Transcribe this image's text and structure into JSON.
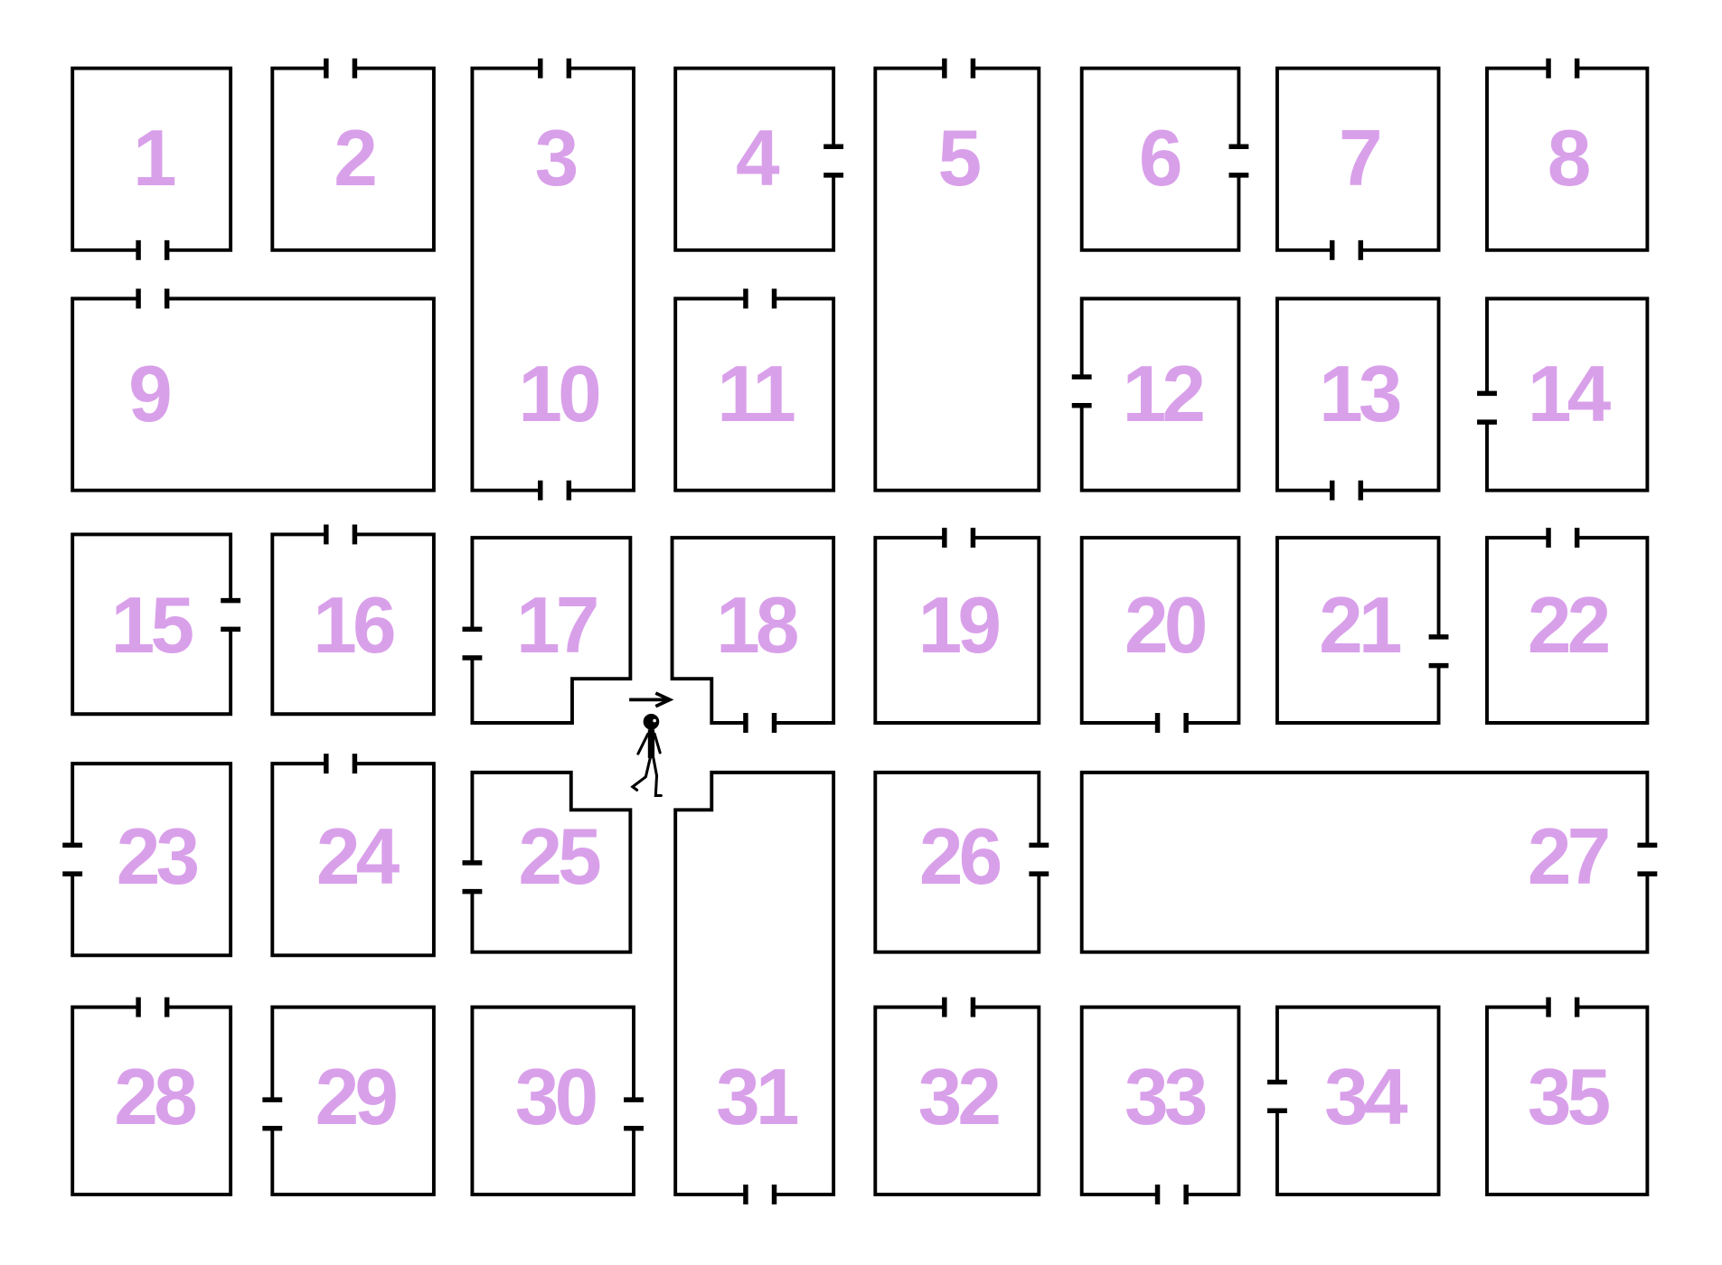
{
  "title": "",
  "colors": {
    "number": "#d9a0ea",
    "wall": "#000000",
    "background": "#ffffff"
  },
  "rooms": [
    {
      "label": "1",
      "door": "bottom"
    },
    {
      "label": "2",
      "door": "top"
    },
    {
      "label": "3",
      "door": "top"
    },
    {
      "label": "4",
      "door": "right"
    },
    {
      "label": "5",
      "door": "top"
    },
    {
      "label": "6",
      "door": "right"
    },
    {
      "label": "7",
      "door": "bottom"
    },
    {
      "label": "8",
      "door": "top"
    },
    {
      "label": "9",
      "door": "top"
    },
    {
      "label": "10",
      "door": "bottom"
    },
    {
      "label": "11",
      "door": "top"
    },
    {
      "label": "12",
      "door": "left"
    },
    {
      "label": "13",
      "door": "bottom"
    },
    {
      "label": "14",
      "door": "left"
    },
    {
      "label": "15",
      "door": "right"
    },
    {
      "label": "16",
      "door": "top"
    },
    {
      "label": "17",
      "door": "left"
    },
    {
      "label": "18",
      "door": "bottom"
    },
    {
      "label": "19",
      "door": "top"
    },
    {
      "label": "20",
      "door": "bottom"
    },
    {
      "label": "21",
      "door": "right"
    },
    {
      "label": "22",
      "door": "top"
    },
    {
      "label": "23",
      "door": "left"
    },
    {
      "label": "24",
      "door": "top"
    },
    {
      "label": "25",
      "door": "left"
    },
    {
      "label": "26",
      "door": "right"
    },
    {
      "label": "27",
      "door": "right"
    },
    {
      "label": "28",
      "door": "top"
    },
    {
      "label": "29",
      "door": "left"
    },
    {
      "label": "30",
      "door": "right"
    },
    {
      "label": "31",
      "door": "bottom"
    },
    {
      "label": "32",
      "door": "top"
    },
    {
      "label": "33",
      "door": "bottom"
    },
    {
      "label": "34",
      "door": "left"
    },
    {
      "label": "35",
      "door": "top"
    }
  ],
  "player": {
    "icon": "stick-figure-icon",
    "direction": "right"
  }
}
